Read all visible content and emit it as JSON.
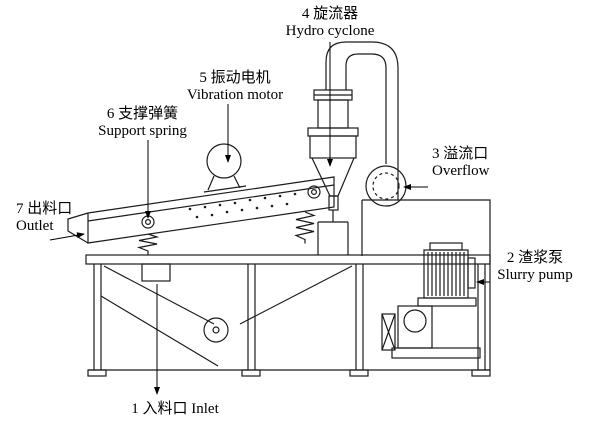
{
  "diagram": {
    "background": "#ffffff",
    "line_color": "#1c1c1c",
    "labels": {
      "hydro_cyclone": {
        "cn": "4 旋流器",
        "en": "Hydro cyclone"
      },
      "vibration_motor": {
        "cn": "5 振动电机",
        "en": "Vibration motor"
      },
      "support_spring": {
        "cn": "6 支撑弹簧",
        "en": "Support spring"
      },
      "overflow": {
        "cn": "3 溢流口",
        "en": "Overflow"
      },
      "outlet": {
        "cn": "7 出料口",
        "en": "Outlet"
      },
      "slurry_pump": {
        "cn": "2 渣浆泵",
        "en": "Slurry pump"
      },
      "inlet": {
        "cn": "1 入料口 Inlet"
      }
    }
  }
}
